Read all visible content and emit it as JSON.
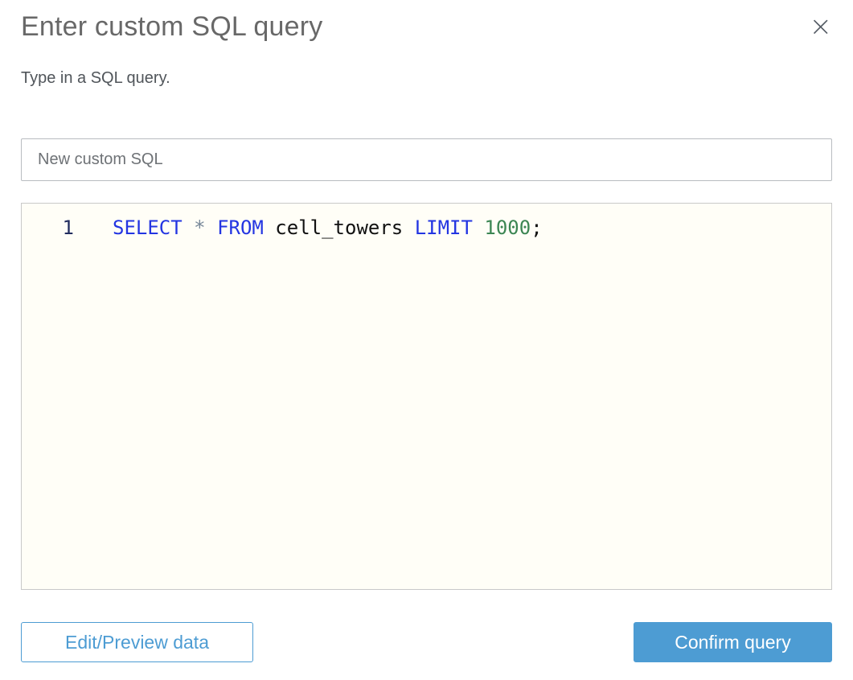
{
  "dialog": {
    "title": "Enter custom SQL query",
    "subtitle": "Type in a SQL query.",
    "close_glyph": "×"
  },
  "name_input": {
    "value": "New custom SQL"
  },
  "sql_editor": {
    "lines": [
      {
        "number": "1",
        "tokens": [
          {
            "text": "SELECT",
            "type": "keyword"
          },
          {
            "text": " ",
            "type": "plain"
          },
          {
            "text": "*",
            "type": "operator"
          },
          {
            "text": " ",
            "type": "plain"
          },
          {
            "text": "FROM",
            "type": "keyword"
          },
          {
            "text": " cell_towers ",
            "type": "plain"
          },
          {
            "text": "LIMIT",
            "type": "keyword"
          },
          {
            "text": " ",
            "type": "plain"
          },
          {
            "text": "1000",
            "type": "number"
          },
          {
            "text": ";",
            "type": "plain"
          }
        ]
      }
    ]
  },
  "buttons": {
    "edit_preview": "Edit/Preview data",
    "confirm": "Confirm query"
  },
  "colors": {
    "accent_blue": "#4d9cd3",
    "keyword_blue": "#2335e2",
    "number_green": "#3c8653",
    "operator_gray": "#778899",
    "editor_bg": "#fffef7",
    "editor_border": "#c9c9c9",
    "line_number_navy": "#212c5e",
    "title_gray": "#686868",
    "subtitle_gray": "#50555a",
    "input_border": "#b8bcc0",
    "input_text": "#6e7276",
    "close_gray": "#545b64"
  }
}
